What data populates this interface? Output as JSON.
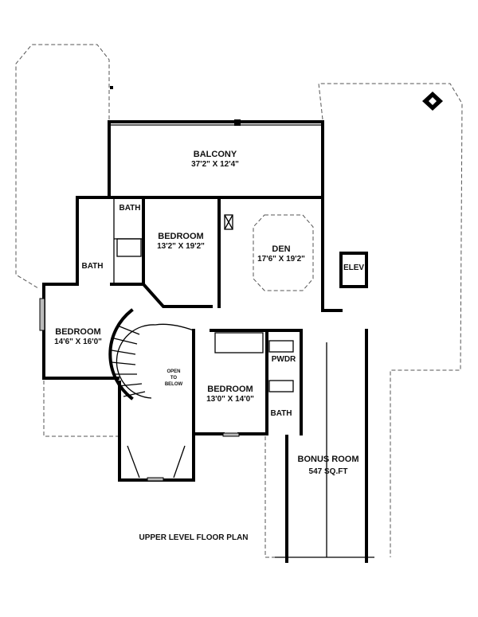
{
  "plan": {
    "title": "UPPER LEVEL FLOOR PLAN",
    "rooms": [
      {
        "id": "balcony",
        "name": "BALCONY",
        "size": "37'2\" X 12'4\""
      },
      {
        "id": "bedroom-north",
        "name": "BEDROOM",
        "size": "13'2\" X 19'2\""
      },
      {
        "id": "den",
        "name": "DEN",
        "size": "17'6\" X 19'2\""
      },
      {
        "id": "bedroom-west",
        "name": "BEDROOM",
        "size": "14'6\" X 16'0\""
      },
      {
        "id": "bedroom-south",
        "name": "BEDROOM",
        "size": "13'0\" X 14'0\""
      },
      {
        "id": "bonus-room",
        "name": "BONUS ROOM",
        "size": "547 SQ.FT"
      }
    ],
    "labels": {
      "bath_upper": "BATH",
      "bath_left": "BATH",
      "bath_south": "BATH",
      "pwdr": "PWDR",
      "elev": "ELEV",
      "open1": "OPEN",
      "open2": "TO",
      "open3": "BELOW"
    }
  }
}
